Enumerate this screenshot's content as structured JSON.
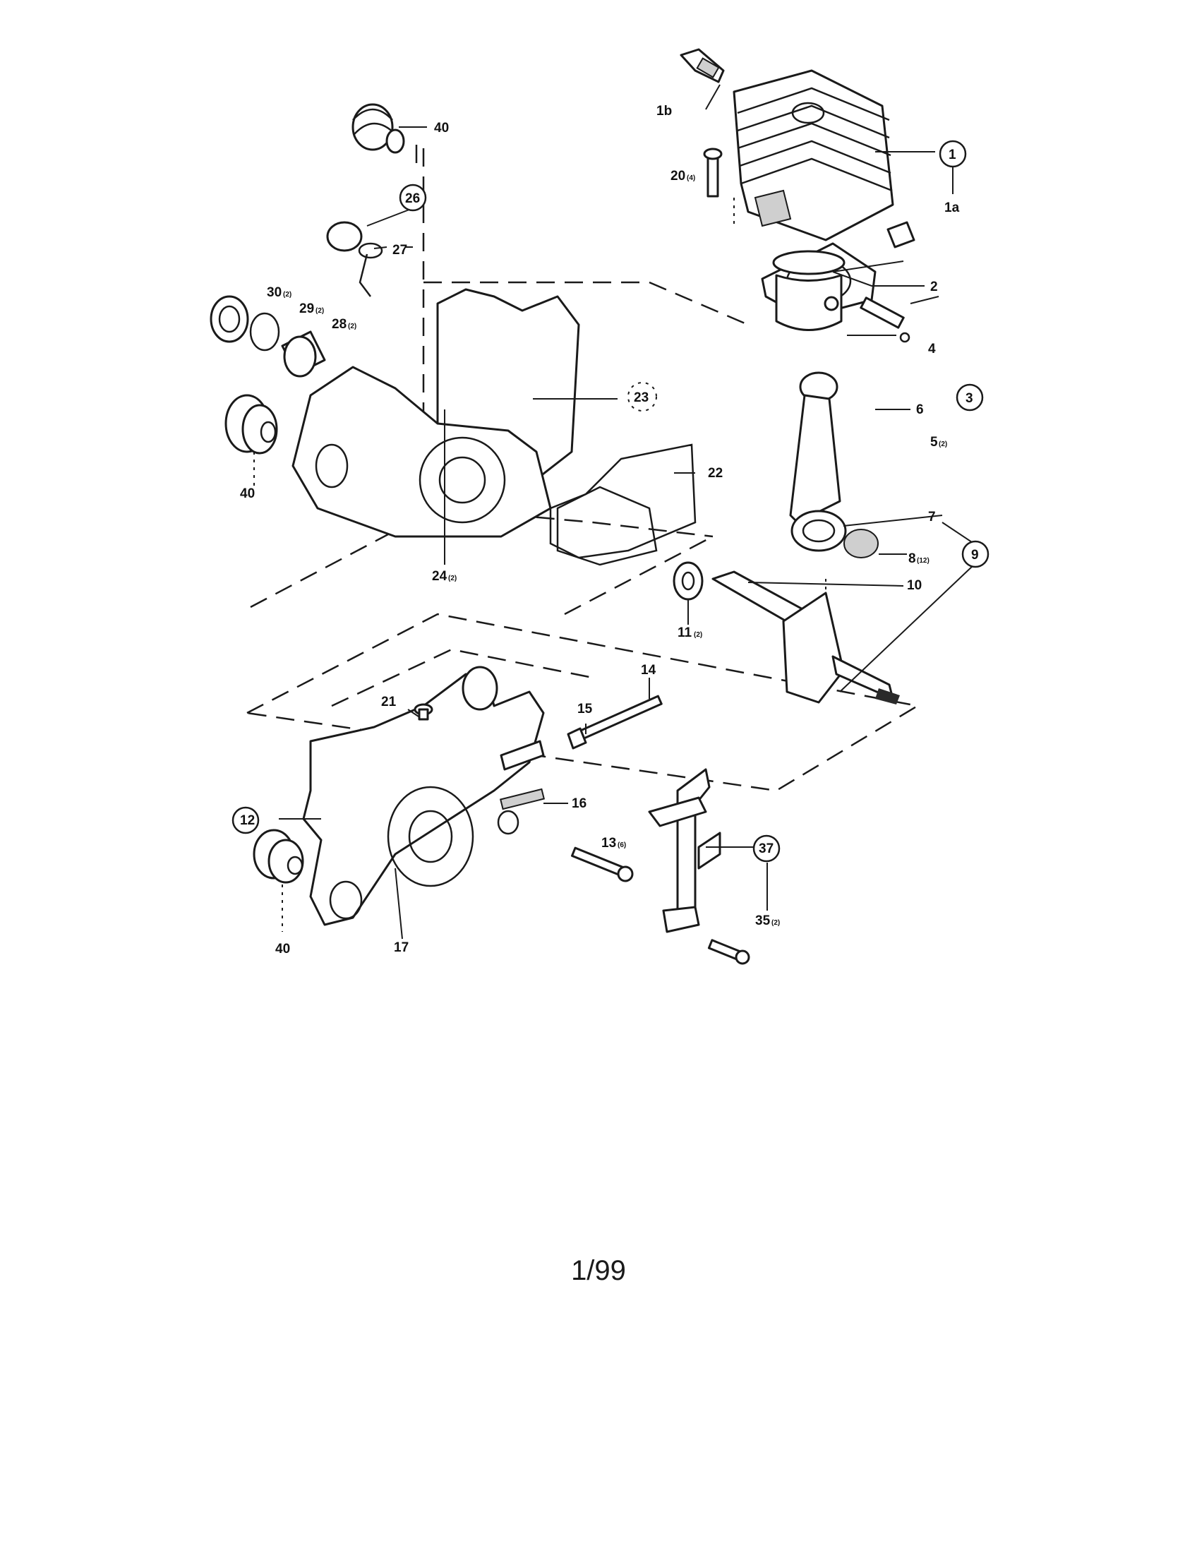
{
  "labels": {
    "p40a": "40",
    "p26": "26",
    "p27": "27",
    "p30": "30",
    "p30q": "(2)",
    "p29": "29",
    "p29q": "(2)",
    "p28": "28",
    "p28q": "(2)",
    "p40b": "40",
    "p23": "23",
    "p22": "22",
    "p24": "24",
    "p24q": "(2)",
    "p1b": "1b",
    "p20": "20",
    "p20q": "(4)",
    "p1": "1",
    "p1a": "1a",
    "p2": "2",
    "p4": "4",
    "p3": "3",
    "p6": "6",
    "p5": "5",
    "p5q": "(2)",
    "p7": "7",
    "p9": "9",
    "p8": "8",
    "p8q": "(12)",
    "p10": "10",
    "p11": "11",
    "p11q": "(2)",
    "p14": "14",
    "p15": "15",
    "p21": "21",
    "p16": "16",
    "p12": "12",
    "p13": "13",
    "p13q": "(6)",
    "p37": "37",
    "p35": "35",
    "p35q": "(2)",
    "p40c": "40",
    "p17": "17"
  },
  "page_number": "1/99"
}
